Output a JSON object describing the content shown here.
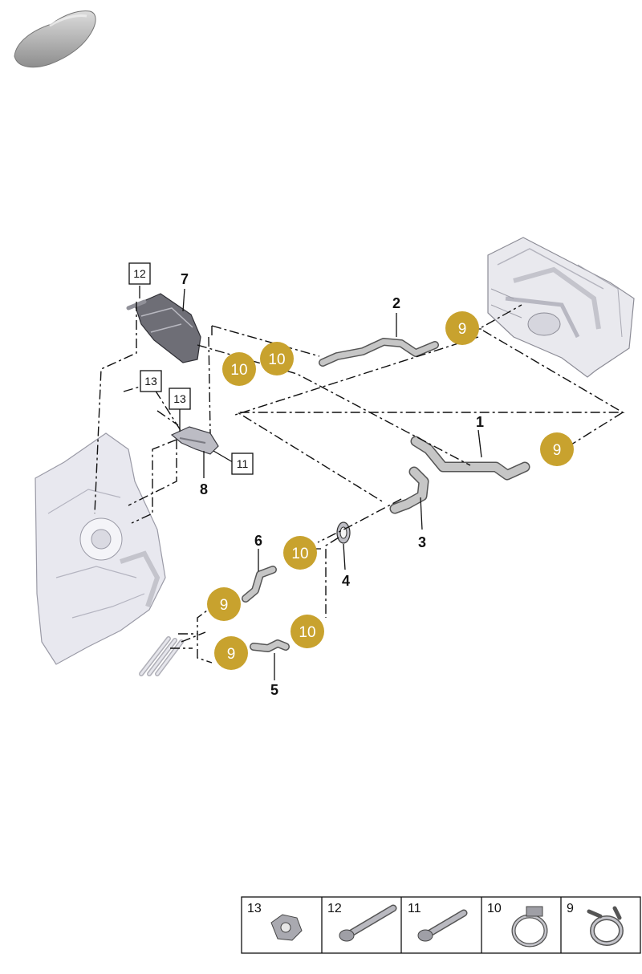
{
  "diagram": {
    "part_labels": [
      "1",
      "2",
      "3",
      "4",
      "5",
      "6",
      "7",
      "8"
    ],
    "boxed_labels": [
      "12",
      "13",
      "13",
      "11"
    ],
    "clamp_badges": [
      "9",
      "9",
      "9",
      "9",
      "10",
      "10",
      "10",
      "10"
    ],
    "badge_color": "#c8a22e",
    "component_color": "#e6e6ec",
    "hose_color": "#9b9b9b"
  },
  "legend": {
    "items": [
      {
        "number": "13",
        "icon": "hex-nut-icon"
      },
      {
        "number": "12",
        "icon": "long-bolt-icon"
      },
      {
        "number": "11",
        "icon": "short-bolt-icon"
      },
      {
        "number": "10",
        "icon": "hose-clamp-icon"
      },
      {
        "number": "9",
        "icon": "spring-clamp-icon"
      }
    ]
  }
}
